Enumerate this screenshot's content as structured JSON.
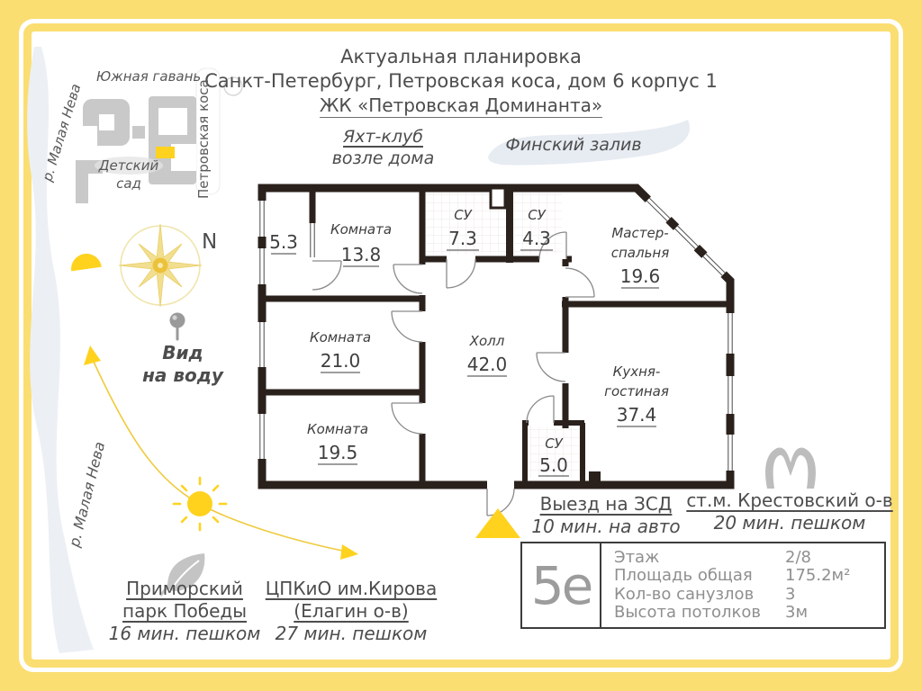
{
  "title": {
    "line1": "Актуальная планировка",
    "line2": "Санкт-Петербург, Петровская коса, дом 6 корпус 1",
    "line3": "ЖК «Петровская Доминанта»"
  },
  "map": {
    "harbor": "Южная гавань",
    "river_top": "р. Малая Нева",
    "river_bottom": "р. Малая Нева",
    "street": "Петровская коса",
    "kindergarten_line1": "Детский",
    "kindergarten_line2": "сад",
    "north": "N",
    "view_line1": "Вид",
    "view_line2": "на воду",
    "yacht_line1": "Яхт-клуб",
    "yacht_line2": "возле дома",
    "gulf": "Финский залив"
  },
  "plan": {
    "rooms": [
      {
        "name": "",
        "area": "5.3"
      },
      {
        "name": "Комната",
        "area": "13.8"
      },
      {
        "name": "СУ",
        "area": "7.3"
      },
      {
        "name": "СУ",
        "area": "4.3"
      },
      {
        "name": "Мастер-",
        "name2": "спальня",
        "area": "19.6"
      },
      {
        "name": "Комната",
        "area": "21.0"
      },
      {
        "name": "Холл",
        "area": "42.0"
      },
      {
        "name": "Кухня-",
        "name2": "гостиная",
        "area": "37.4"
      },
      {
        "name": "Комната",
        "area": "19.5"
      },
      {
        "name": "СУ",
        "area": "5.0"
      }
    ]
  },
  "poi": {
    "zsd": {
      "title": "Выезд на ЗСД",
      "time": "10 мин. на авто"
    },
    "metro": {
      "title": "ст.м. Крестовский о-в",
      "time": "20 мин. пешком"
    },
    "park": {
      "title_line1": "Приморский",
      "title_line2": "парк Победы",
      "time": "16 мин. пешком"
    },
    "cpkio": {
      "title_line1": "ЦПКиО им.Кирова",
      "title_line2": "(Елагин о-в)",
      "time": "27 мин. пешком"
    }
  },
  "info": {
    "unit": "5е",
    "rows": [
      {
        "label": "Этаж",
        "value": "2/8"
      },
      {
        "label": "Площадь общая",
        "value": "175.2м²"
      },
      {
        "label": "Кол-во санузлов",
        "value": "3"
      },
      {
        "label": "Высота потолков",
        "value": "3м"
      }
    ]
  },
  "colors": {
    "frame_yellow": "#FBDE72",
    "accent_gold": "#FFD21E",
    "wall_dark": "#2B211C",
    "water_light": "#E7EBF2",
    "building_gray": "#C9C9C9"
  }
}
